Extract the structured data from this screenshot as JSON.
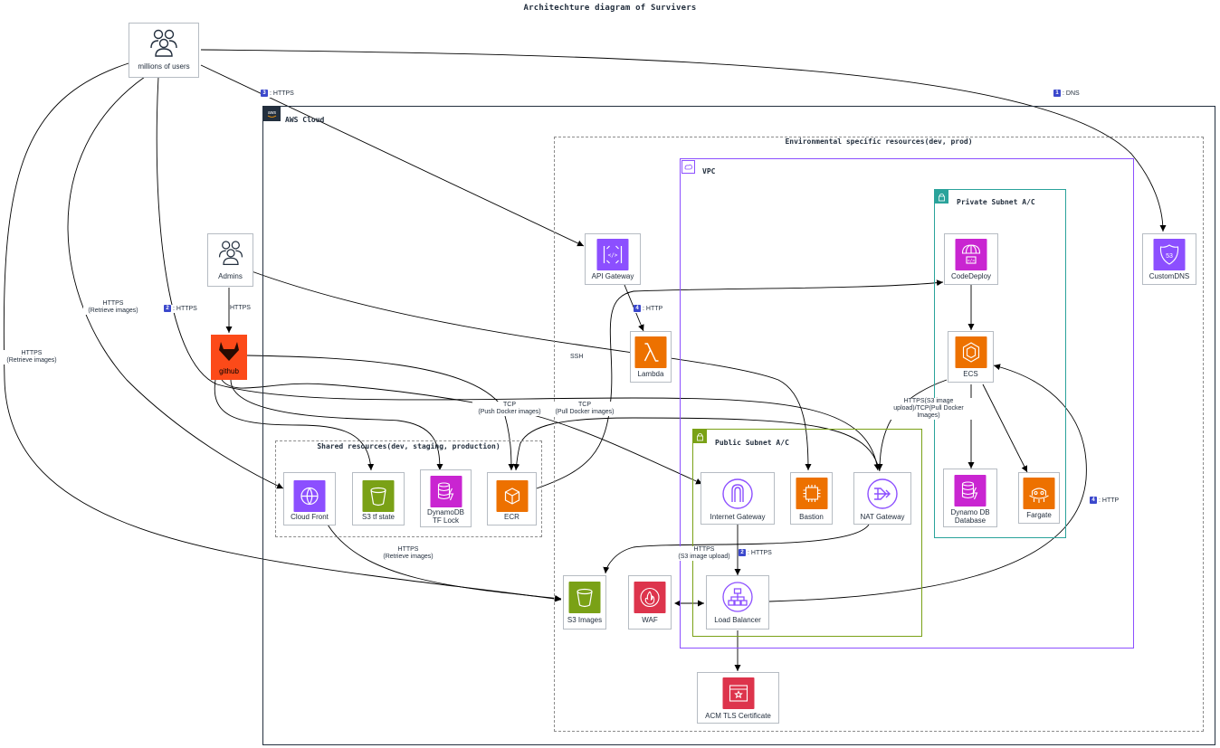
{
  "title": "Architechture diagram of Survivers",
  "groups": {
    "aws_cloud": "AWS Cloud",
    "env": "Environmental specific resources(dev, prod)",
    "vpc": "VPC",
    "private_subnet": "Private Subnet A/C",
    "public_subnet": "Public Subnet A/C",
    "shared": "Shared resources(dev, staging, production)"
  },
  "nodes": {
    "users": "millions of users",
    "admins": "Admins",
    "github": "github",
    "cloudfront": "Cloud Front",
    "s3_tf": "S3 tf state",
    "dynamo_tf": "DynamoDB\nTF Lock",
    "ecr": "ECR",
    "api_gateway": "API Gateway",
    "lambda": "Lambda",
    "codedeploy": "CodeDeploy",
    "ecs": "ECS",
    "dynamo_db": "Dynamo DB\nDatabase",
    "fargate": "Fargate",
    "internet_gateway": "Internet Gateway",
    "bastion": "Bastion",
    "nat_gateway": "NAT Gateway",
    "s3_images": "S3 Images",
    "waf": "WAF",
    "load_balancer": "Load Balancer",
    "acm": "ACM TLS Certificate",
    "custom_dns": "CustomDNS"
  },
  "edge_labels": {
    "https_users_api": ": HTTPS",
    "https_users_api_num": "3",
    "dns": ": DNS",
    "dns_num": "1",
    "https_retrieve_left": "HTTPS\n(Retrieve images)",
    "https_retrieve_mid": "HTTPS\n(Retrieve images)",
    "https_2": ": HTTPS",
    "https_2_num": "2",
    "admin_https": "HTTPS",
    "http_4_lambda": ": HTTP",
    "http_4_lambda_num": "4",
    "ssh": "SSH",
    "tcp_push": "TCP\n(Push Docker images)",
    "tcp_pull": "TCP\n(Pull Docker images)",
    "ecs_nat": "HTTPS(S3 image\nupload)/TCP(Pull Docker\nImages)",
    "http_4_ecs": ": HTTP",
    "http_4_ecs_num": "4",
    "cf_s3": "HTTPS\n(Retrieve images)",
    "nat_s3": "HTTPS\n(S3 image upload)",
    "igw_lb": ": HTTPS",
    "igw_lb_num": "2"
  },
  "colors": {
    "purple": "#8c4fff",
    "green": "#7aa116",
    "orange": "#ed7100",
    "magenta": "#c925d1",
    "red": "#dd344c",
    "github": "#fc4a19",
    "badge": "#3b48cc"
  }
}
